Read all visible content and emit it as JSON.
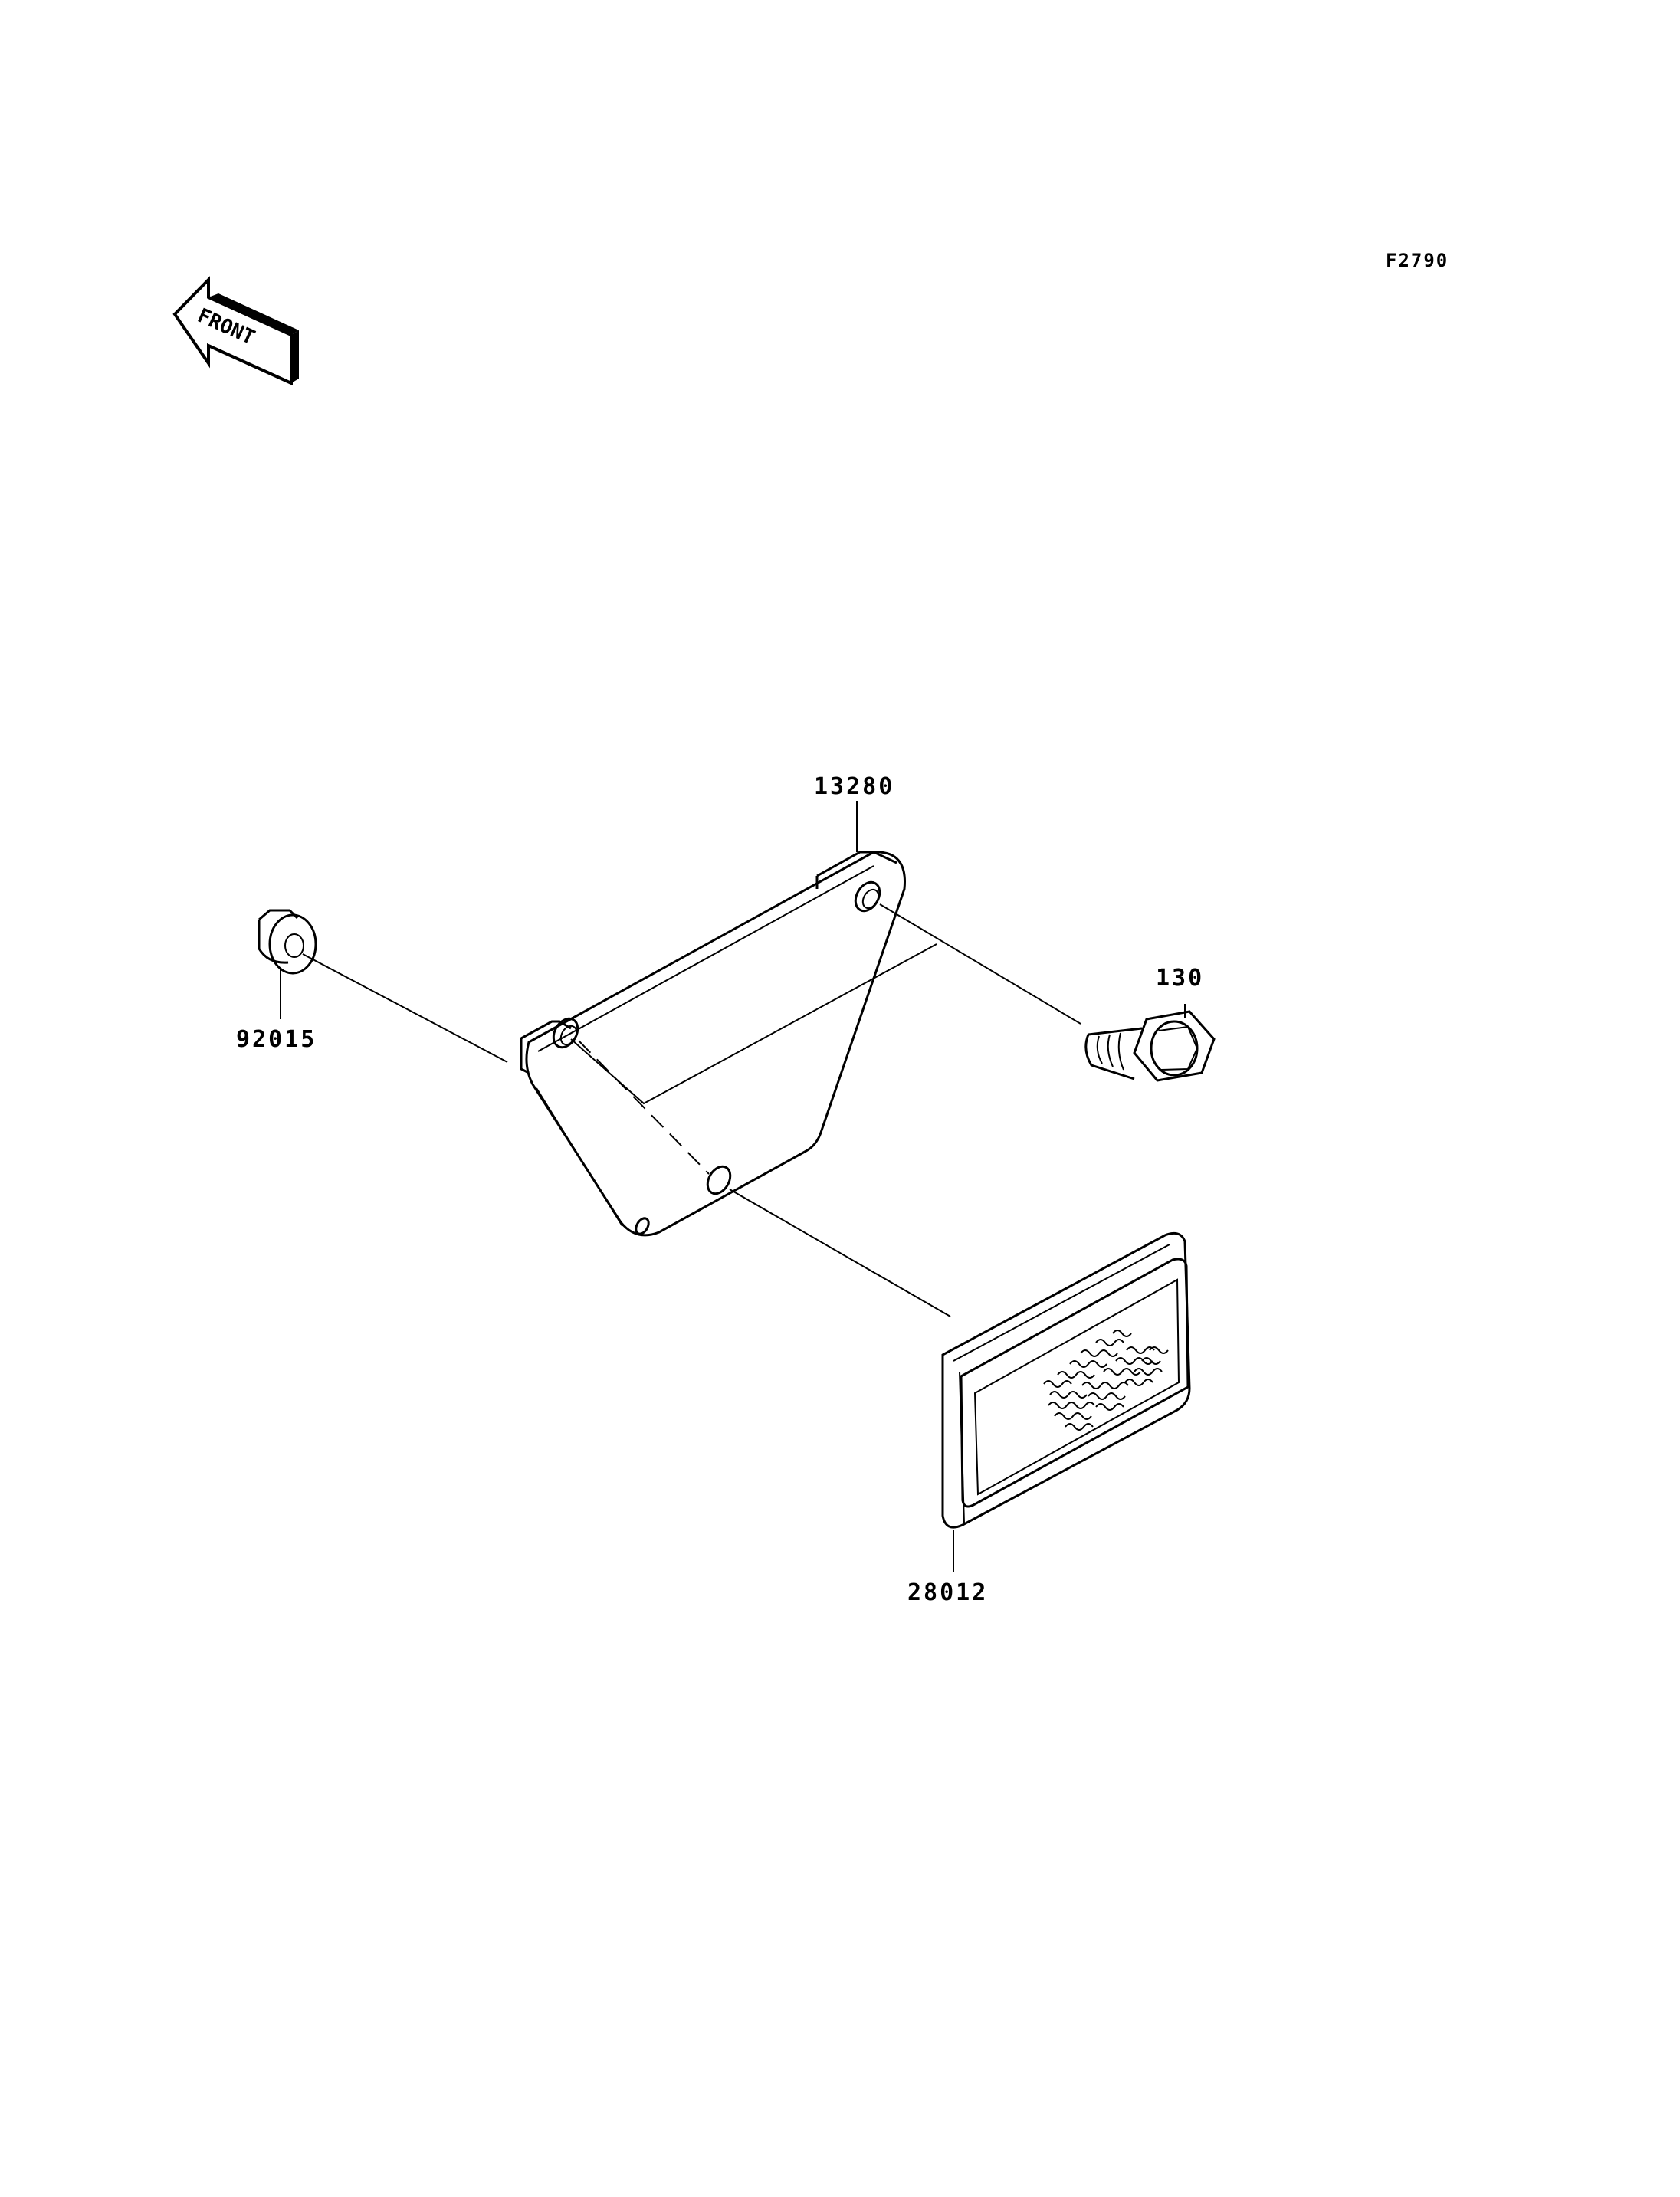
{
  "diagram": {
    "figure_code": "F2790",
    "front_label": "FRONT",
    "parts": {
      "bracket": {
        "number": "13280",
        "icon": "bracket-plate"
      },
      "bolt": {
        "number": "130",
        "icon": "flange-bolt"
      },
      "nut": {
        "number": "92015",
        "icon": "flange-nut"
      },
      "reflector": {
        "number": "28012",
        "icon": "reflector"
      }
    }
  }
}
